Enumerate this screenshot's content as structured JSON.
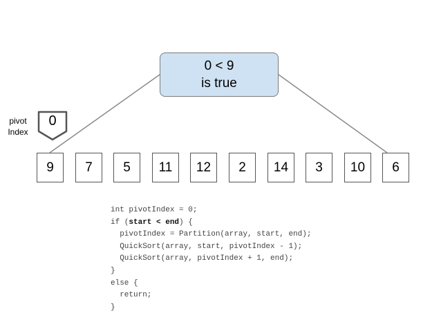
{
  "condition": {
    "line1": "0 < 9",
    "line2": "is true"
  },
  "pivot": {
    "label_line1": "pivot",
    "label_line2": "Index",
    "value": "0"
  },
  "array": [
    "9",
    "7",
    "5",
    "11",
    "12",
    "2",
    "14",
    "3",
    "10",
    "6"
  ],
  "code": {
    "line1": "int pivotIndex = 0;",
    "line2_pre": "if (",
    "line2_bold": "start < end",
    "line2_post": ") {",
    "line3": "  pivotIndex = Partition(array, start, end);",
    "line4": "  QuickSort(array, start, pivotIndex - 1);",
    "line5": "  QuickSort(array, pivotIndex + 1, end);",
    "line6": "}",
    "line7": "else {",
    "line8": "  return;",
    "line9": "}"
  },
  "colors": {
    "condition_fill": "#cfe2f3",
    "border": "#555555",
    "line": "#8a8a8a"
  }
}
